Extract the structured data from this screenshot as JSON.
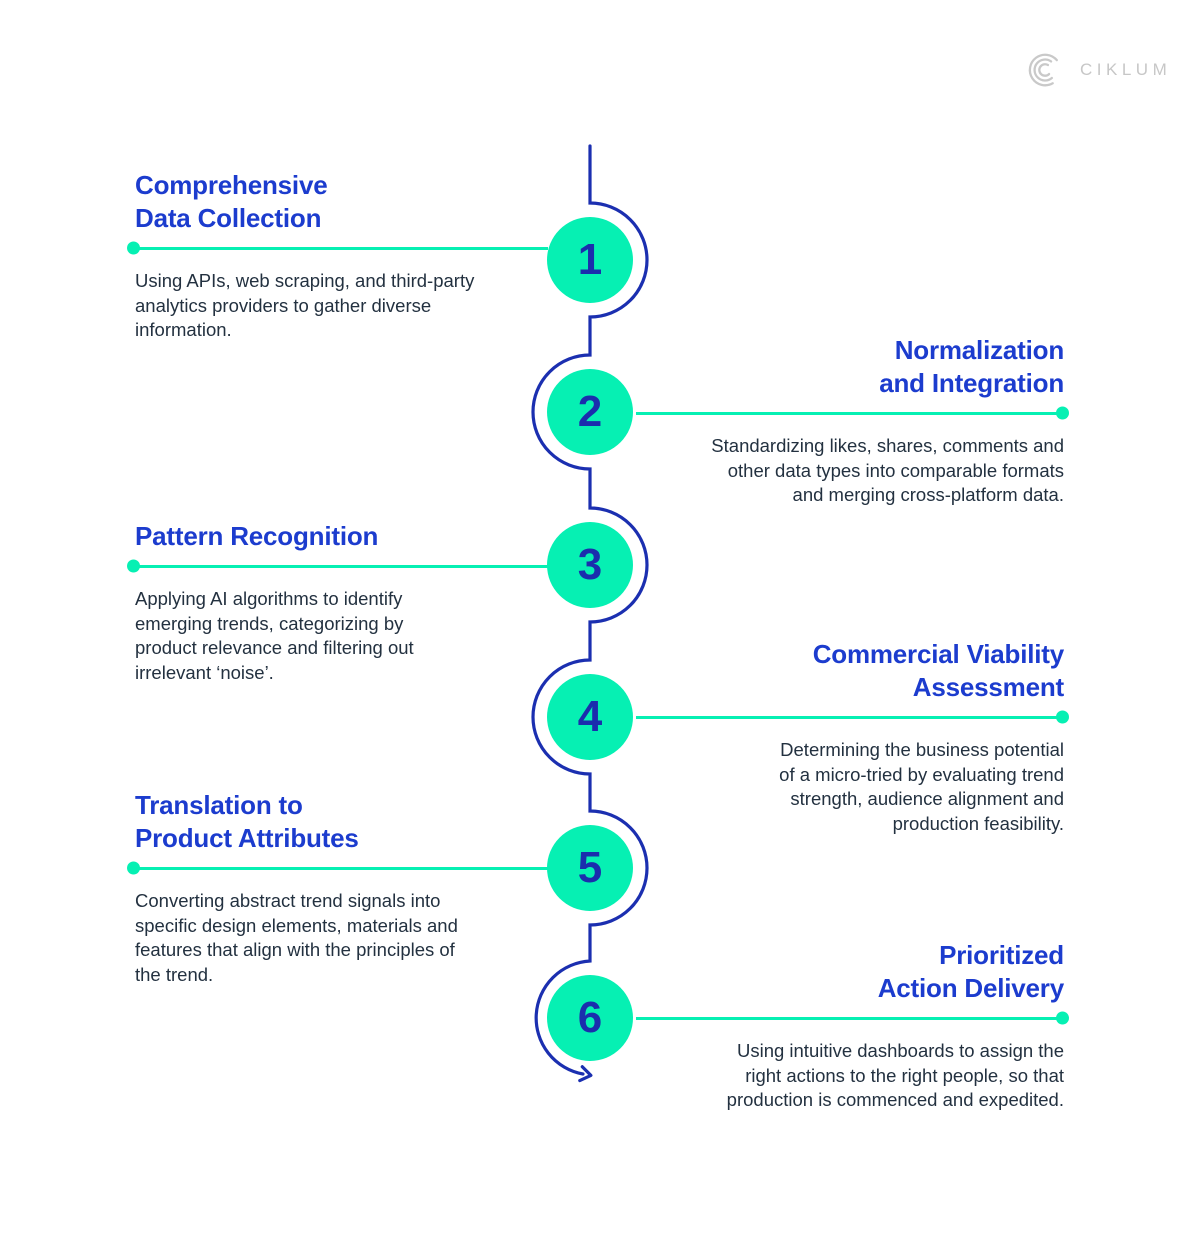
{
  "logo": {
    "brand": "CIKLUM",
    "icon": "ciklum-c-icon"
  },
  "colors": {
    "accent_green": "#06F0B3",
    "spine_blue": "#1B2FB0",
    "heading_blue": "#1C3CCE",
    "number_blue": "#1B2DAD",
    "body_text": "#233140",
    "logo_gray": "#C7C7C7"
  },
  "timeline": {
    "flow_icon": "flow-arrow-icon",
    "steps": [
      {
        "number": "1",
        "side": "left",
        "title": "Comprehensive\nData Collection",
        "description": "Using APIs, web scraping, and third-party\nanalytics providers to gather diverse\ninformation."
      },
      {
        "number": "2",
        "side": "right",
        "title": "Normalization\nand Integration",
        "description": "Standardizing likes, shares, comments and\nother data types into comparable formats\nand merging cross-platform data."
      },
      {
        "number": "3",
        "side": "left",
        "title": "Pattern Recognition",
        "description": "Applying AI algorithms to identify\nemerging trends, categorizing by\nproduct relevance and filtering out\nirrelevant ‘noise’."
      },
      {
        "number": "4",
        "side": "right",
        "title": "Commercial Viability\nAssessment",
        "description": "Determining the business potential\nof a micro-tried by evaluating trend\nstrength, audience alignment and\nproduction feasibility."
      },
      {
        "number": "5",
        "side": "left",
        "title": "Translation to\nProduct Attributes",
        "description": "Converting abstract trend signals into\nspecific design elements, materials and\nfeatures that align with the principles of\nthe trend."
      },
      {
        "number": "6",
        "side": "right",
        "title": "Prioritized\nAction Delivery",
        "description": "Using intuitive dashboards to assign the\nright actions to the right people, so that\nproduction is commenced and expedited."
      }
    ]
  }
}
